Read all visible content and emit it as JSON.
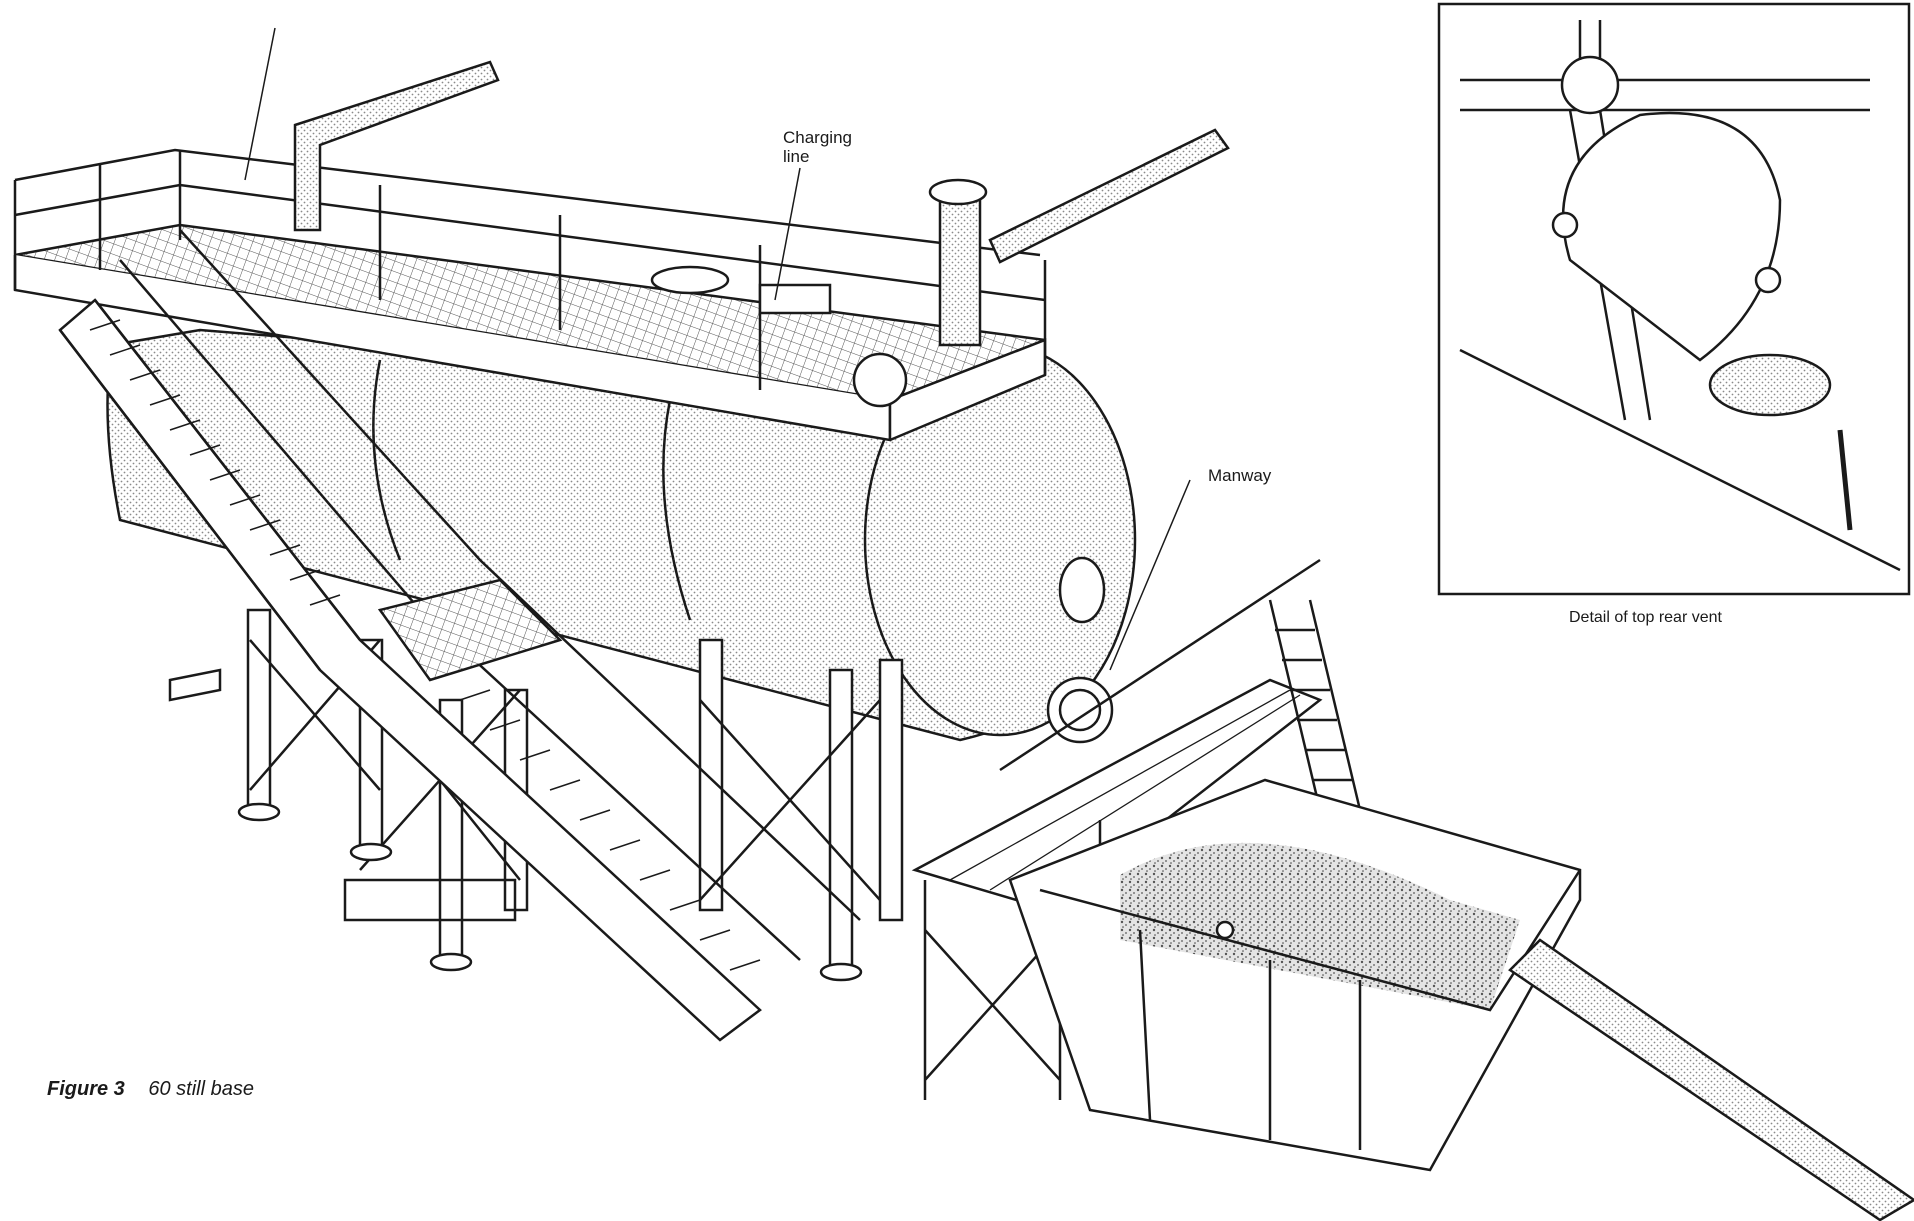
{
  "labels": {
    "charging_line": [
      "Charging",
      "line"
    ],
    "manway": "Manway",
    "detail": "Detail of top rear vent"
  },
  "caption": {
    "figure_number": "Figure 3",
    "title": "60 still base"
  },
  "colors": {
    "ink": "#1a1a1a",
    "stipple": "#cfcfcf",
    "paper": "#ffffff"
  },
  "icons": {
    "stair": "stair-icon",
    "ladder": "ladder-icon",
    "skip": "skip-icon"
  }
}
